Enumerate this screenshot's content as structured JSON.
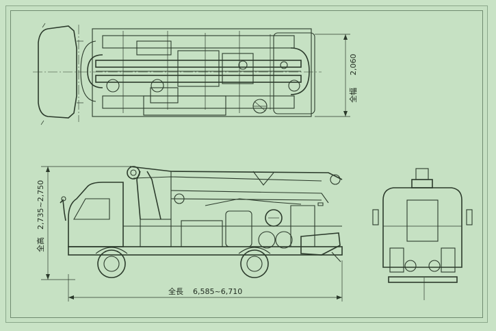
{
  "dimensions": {
    "width": {
      "label": "全幅",
      "value": "2,060"
    },
    "height": {
      "label": "全高",
      "value": "2,735~2,750"
    },
    "length": {
      "label": "全長",
      "value": "6,585~6,710"
    }
  }
}
